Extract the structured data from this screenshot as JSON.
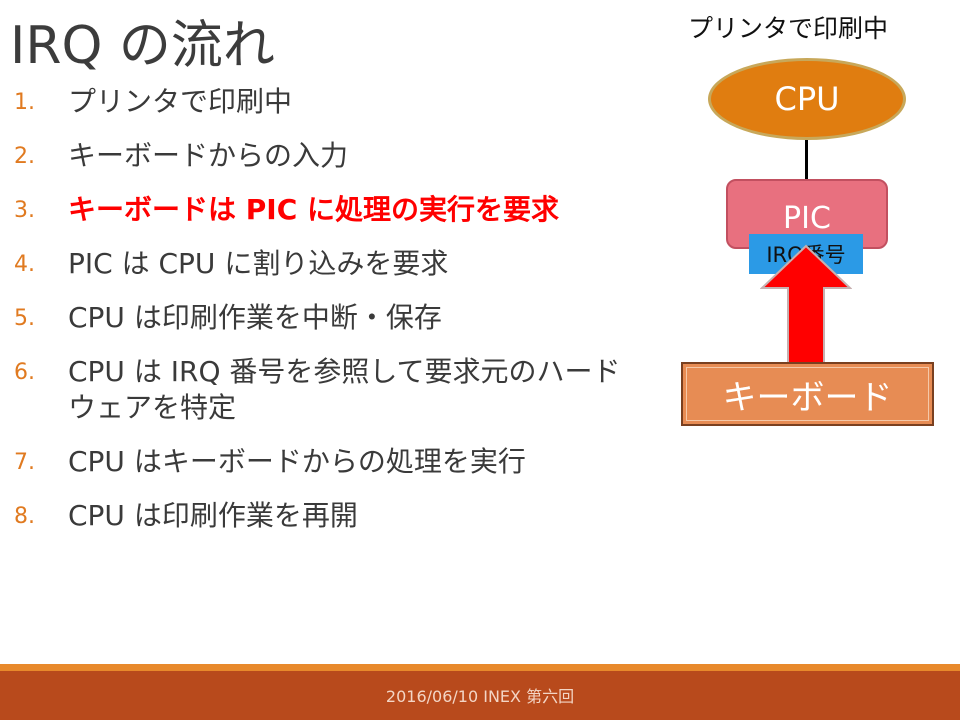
{
  "title": "IRQ の流れ",
  "steps": [
    {
      "num": "1.",
      "text": "プリンタで印刷中"
    },
    {
      "num": "2.",
      "text": "キーボードからの入力"
    },
    {
      "num": "3.",
      "text": "キーボードは PIC に処理の実行を要求"
    },
    {
      "num": "4.",
      "text": "PIC は CPU に割り込みを要求"
    },
    {
      "num": "5.",
      "text": "CPU は印刷作業を中断・保存"
    },
    {
      "num": "6.",
      "text": "CPU は IRQ 番号を参照して要求元のハードウェアを特定"
    },
    {
      "num": "7.",
      "text": "CPU はキーボードからの処理を実行"
    },
    {
      "num": "8.",
      "text": "CPU は印刷作業を再開"
    }
  ],
  "highlighted_step": 3,
  "diagram": {
    "caption": "プリンタで印刷中",
    "cpu_label": "CPU",
    "pic_label": "PIC",
    "irq_label": "IRQ番号",
    "keyboard_label": "キーボード"
  },
  "footer": "2016/06/10 INEX 第六回",
  "colors": {
    "accent_orange": "#e07a20",
    "highlight_red": "#ff0000",
    "cpu_fill": "#e07d10",
    "pic_fill": "#e8707f",
    "irq_fill": "#2b9ae6",
    "arrow_red": "#ff0000",
    "keyboard_fill": "#e78c54",
    "footer_bg": "#b84a1c"
  }
}
